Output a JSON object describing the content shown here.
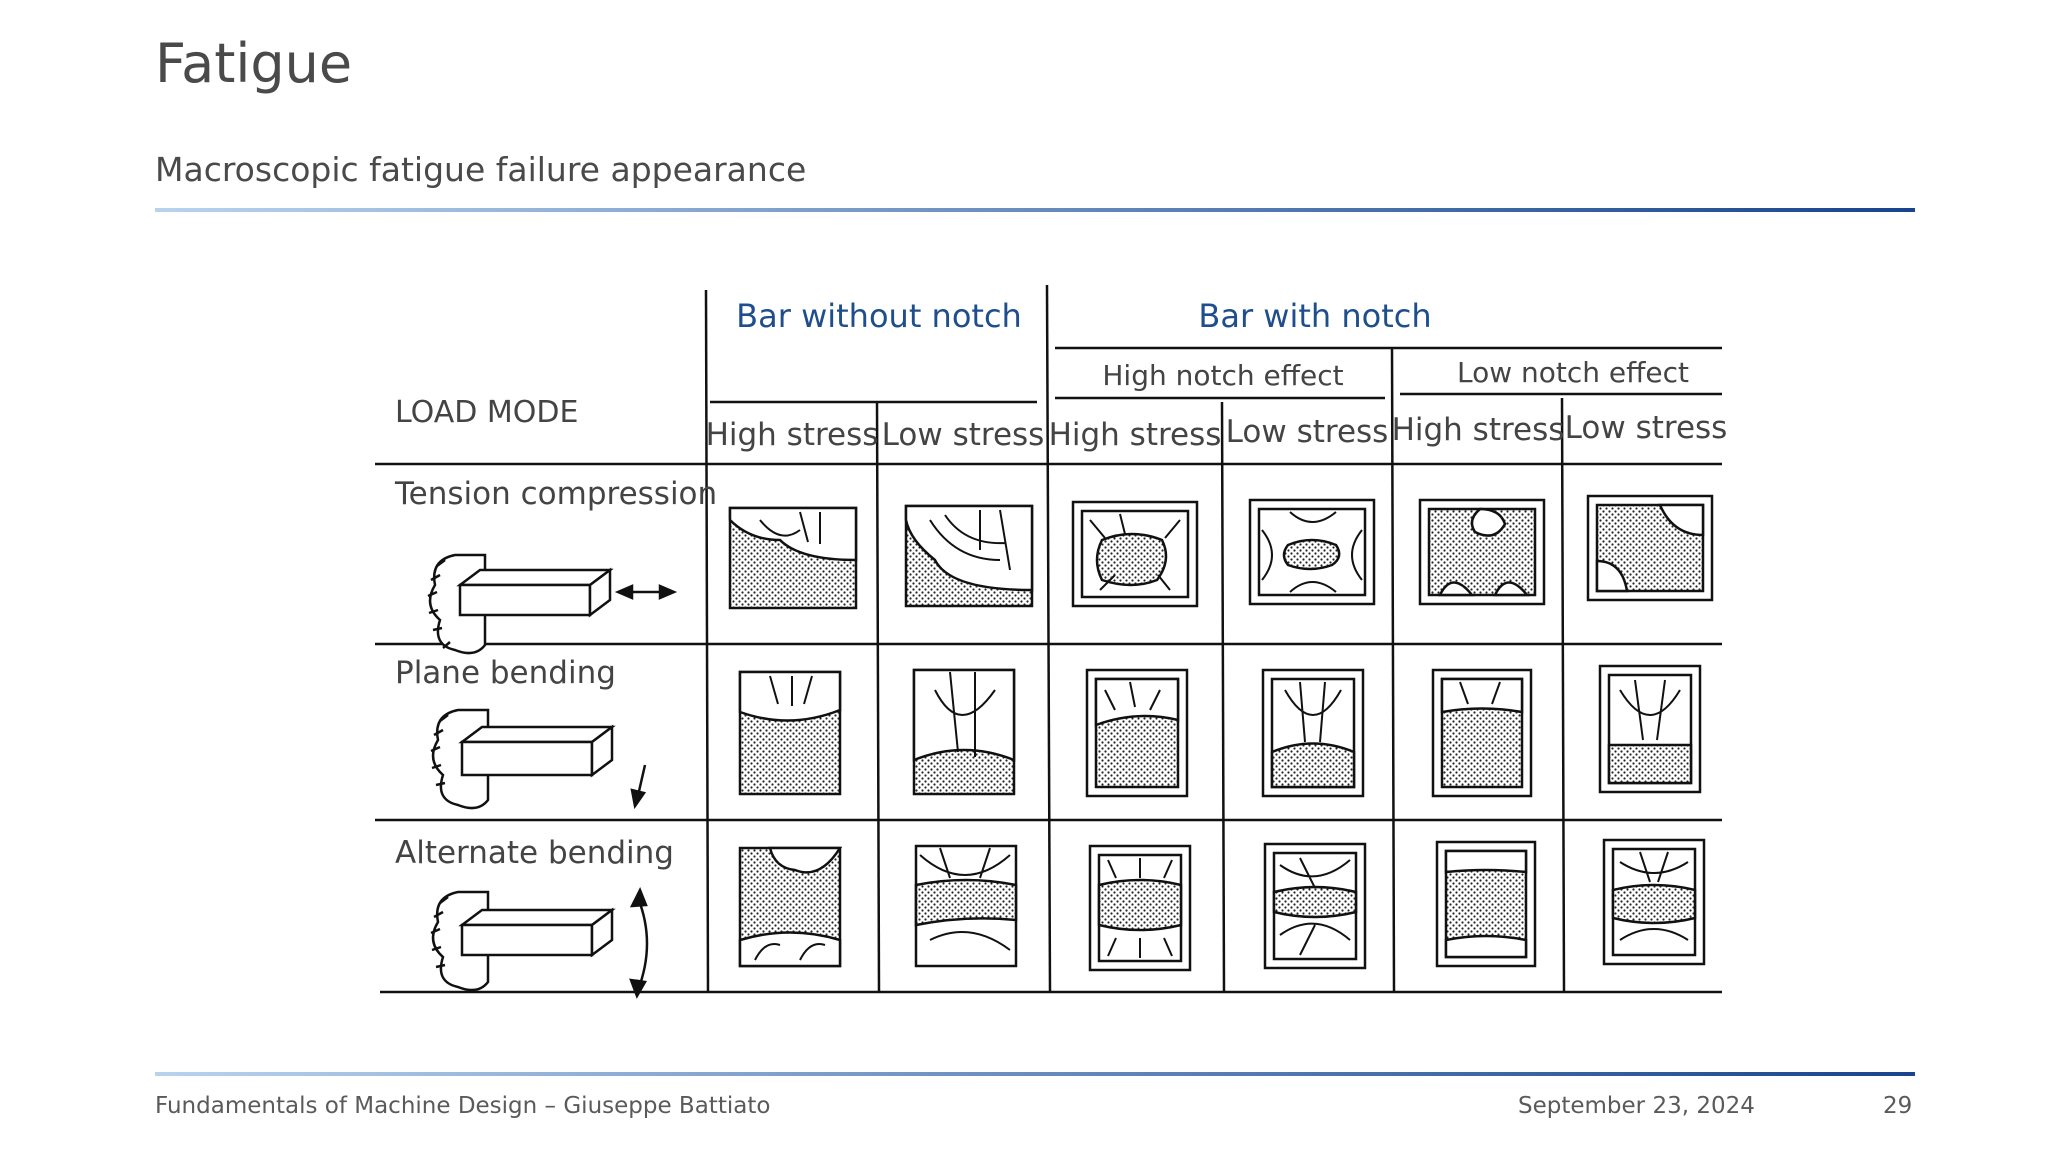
{
  "slide": {
    "title": "Fatigue",
    "subtitle": "Macroscopic fatigue failure appearance"
  },
  "colors": {
    "accent": "#17448c",
    "accent_light": "#b8d3ee",
    "header_blue": "#1f4e8c",
    "text": "#4a4a4a"
  },
  "figure": {
    "load_mode_label": "LOAD MODE",
    "groups": [
      "Bar without notch",
      "Bar with notch"
    ],
    "subgroups": [
      "High notch effect",
      "Low notch effect"
    ],
    "columns": [
      "High stress",
      "Low stress",
      "High stress",
      "Low stress",
      "High stress",
      "Low stress"
    ],
    "rows": [
      "Tension compression",
      "Plane bending",
      "Alternate bending"
    ]
  },
  "footer": {
    "course": "Fundamentals of Machine Design – Giuseppe Battiato",
    "date": "September 23, 2024",
    "page": "29"
  }
}
